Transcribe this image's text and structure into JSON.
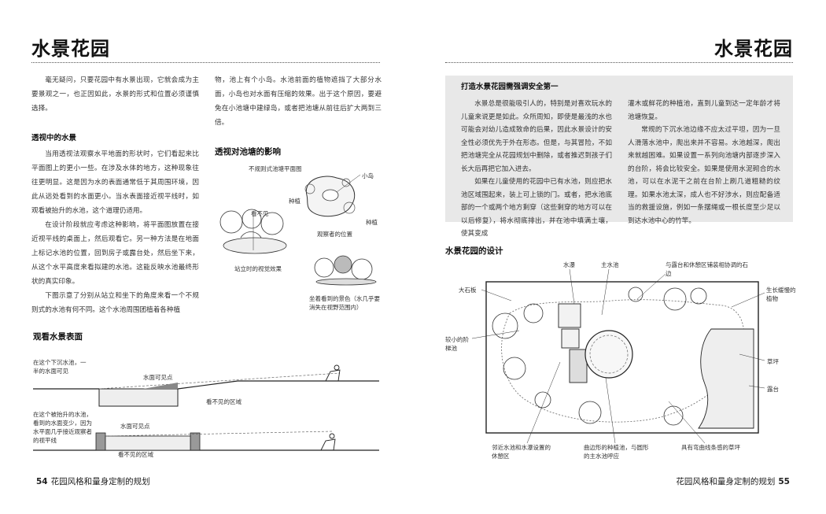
{
  "left_page": {
    "title": "水景花园",
    "col1": {
      "intro": "毫无疑问，只要花园中有水景出现，它就会成为主要景观之一，也正因如此，水景的形式和位置必须谨慎选择。",
      "subhead": "透视中的水景",
      "para1": "当用透视法观察水平地面的形状时，它们看起来比平面图上的更小一些。在涉及水体的地方，这种现象往往更明显。这是因为水的表面通常低于其周围环境，因此从远处看到的水面更小。当水表面接近视平线时，如观看被抬升的水池，这个道理仍适用。",
      "para2": "在设计阶段就应考虑这种影响，将平面图放置在接近视平线的桌面上，然后观看它。另一种方法是在地面上标记水池的位置，回到房子或露台处，然后坐下来，从这个水平高度来看拟建的水池。这能反映水池最终形状的真实印象。",
      "para3": "下图示意了分别从站立和坐下的角度来看一个不规则式的水池有何不同。这个水池周围团植着各种植"
    },
    "col2": {
      "para": "物，池上有个小岛。水池前面的植物遮挡了大部分水面，小岛也对水面有压缩的效果。出于这个原因，要避免在小池塘中建绿岛，或者把池塘从前往后扩大两到三倍。",
      "heading": "透视对池塘的影响",
      "diagram_labels": {
        "plan_title": "不规则式池塘平面图",
        "island": "小岛",
        "plant1": "种植",
        "plant2": "种植",
        "cannot_see": "看不见",
        "observer_pos": "观察者的位置",
        "standing_view": "站立时的视觉效果",
        "sitting_view": "坐着看到的景色（水几乎要消失在视野范围内）"
      }
    },
    "bottom": {
      "heading": "观看水景表面",
      "label_sunken": "在这个下沉水池，一半的水面可见",
      "label_visible1": "水面可见点",
      "label_invisible1": "看不见的区域",
      "label_raised": "在这个被抬升的水池，看到的水面变少，因为水平面几乎接近观察者的视平线",
      "label_visible2": "水面可见点",
      "label_invisible2": "看不见的区域"
    },
    "folio_num": "54",
    "folio_text": "花园风格和量身定制的规划"
  },
  "right_page": {
    "title": "水景花园",
    "box": {
      "heading": "打造水景花园需强调安全第一",
      "col1": "水景总是很能吸引人的，特别是对喜欢玩水的儿童来说更是如此。众所周知，即使是最浅的水也可能会对幼儿造成致命的后果，因此水景设计的安全性必须优先于外在形态。但是，与其冒险，不如把池塘完全从花园规划中删除，或者推迟到孩子们长大后再把它加入进去。",
      "col1b": "如果在儿童使用的花园中已有水池，则应把水池区域围起来，装上可上锁的门。或者，把水池底部的一个或两个地方剩穿（这些剩穿的地方可以在以后修复），将水彻底排出，并在池中填满土壤，使其变成",
      "col2": "灌木或鲜花的种植池，直到儿童到达一定年龄才将池塘恢复。",
      "col2b": "常规的下沉水池边缘不应太过平坦，因为一旦人滑落水池中，爬出来并不容易。水池越深，爬出来就越困难。如果设置一系列向池塘内部逐步深入的台阶，将会比较安全。如果是使用水泥砌合的水池，可以在水泥干之前在台阶上刷几道粗糙的纹理。如果水池太深，成人也不好涉水，则应配备适当的救援设施，例如一条摆绳或一根长度至少足以到达水池中心的竹竿。"
    },
    "design_heading": "水景花园的设计",
    "plan_labels": {
      "waterfall": "水瀑",
      "main_pool": "主水池",
      "paving": "与露台和休憩区铺装相协调的石边",
      "boulder": "大石板",
      "perennials": "生长缓慢的植物",
      "small_pools": "较小的阶梯池",
      "lawn": "草坪",
      "terrace": "露台",
      "seat_area": "邻近水池和水瀑设置的休憩区",
      "curved_bed": "曲边形的种植池，与圆形的主水池呼应",
      "curved_lawn": "具有弯曲线条感的草坪"
    },
    "folio_text": "花园风格和量身定制的规划",
    "folio_num": "55"
  }
}
